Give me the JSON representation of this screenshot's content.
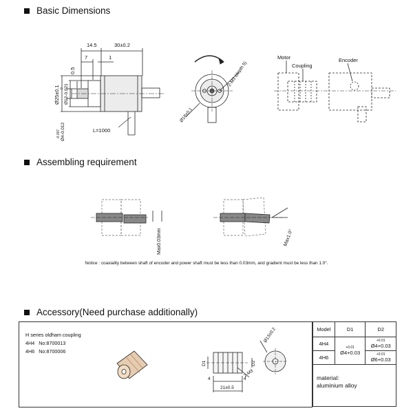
{
  "sections": {
    "basic": "Basic Dimensions",
    "assembling": "Assembling requirement",
    "accessory": "Accessory(Need purchase additionally)"
  },
  "dims": {
    "d14_5": "14.5",
    "d30": "30±0.2",
    "d7": "7",
    "d1": "1",
    "d0_5": "0.5",
    "d25": "Ø25±0.1",
    "d12": "Ø12-0.021",
    "d12_top": "0",
    "d4": "Ø4-0.012",
    "d4_top": "-0.007",
    "cable": "L=1000",
    "m3": "2-M3 (depth 5)",
    "d18": "Ø18±0.1"
  },
  "labels": {
    "motor": "Motor",
    "coupling": "Coupling",
    "encoder": "Encoder"
  },
  "assembly": {
    "max_coax": "Max0.03mm",
    "max_angle": "Max1.0°",
    "notice": "Notice : coaxiality between shaft of encoder and power shaft must be less than 0.03mm, and gradient must be less than 1.0°."
  },
  "accessory": {
    "line1": "H series oldham coupling",
    "line2_model": "4H4",
    "line2_no": "No:8700013",
    "line3_model": "4H6",
    "line3_no": "No:8700006",
    "d13": "Ø13±0.2",
    "d1_label": "D1",
    "d2_label": "D2",
    "m3": "2-M3",
    "four_left": "4",
    "four_right": "4",
    "d21": "21±0.5"
  },
  "spec_table": {
    "headers": [
      "Model",
      "D1",
      "D2"
    ],
    "rows": [
      {
        "model": "4H4",
        "d2": "Ø4+0.03"
      },
      {
        "model": "4H6",
        "d2": "Ø6+0.03"
      }
    ],
    "d1_merged": "Ø4+0.03",
    "d2_top_4h4": "+0.01",
    "d2_top_4h6": "+0.01",
    "d1_top": "+0.01"
  },
  "material": {
    "label": "material:",
    "value": "aluminium alloy"
  }
}
